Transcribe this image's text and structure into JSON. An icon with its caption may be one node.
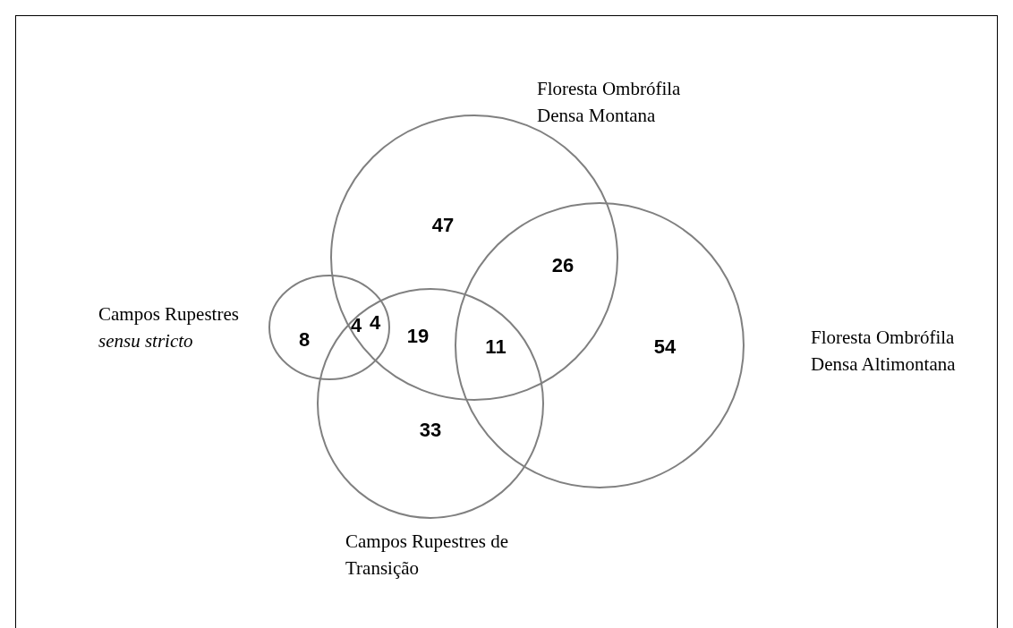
{
  "diagram": {
    "nodes": [
      {
        "text": [],
        "shape": "circle",
        "beside": [
          "Floresta Ombrófila Densa Montana"
        ]
      },
      {
        "text": [],
        "shape": "circle",
        "beside": [
          "Campos Rupestres *sensu stricto*"
        ]
      },
      {
        "text": [],
        "shape": "circle",
        "beside": [
          "Floresta Ombrófila Densa Altimontana"
        ]
      },
      {
        "text": [],
        "shape": "circle",
        "beside": [
          "Campos Rupestres de Transição"
        ]
      }
    ],
    "edges": [],
    "labels": [
      "47",
      "26",
      "4",
      "8",
      "4",
      "19",
      "11",
      "54",
      "33"
    ]
  }
}
